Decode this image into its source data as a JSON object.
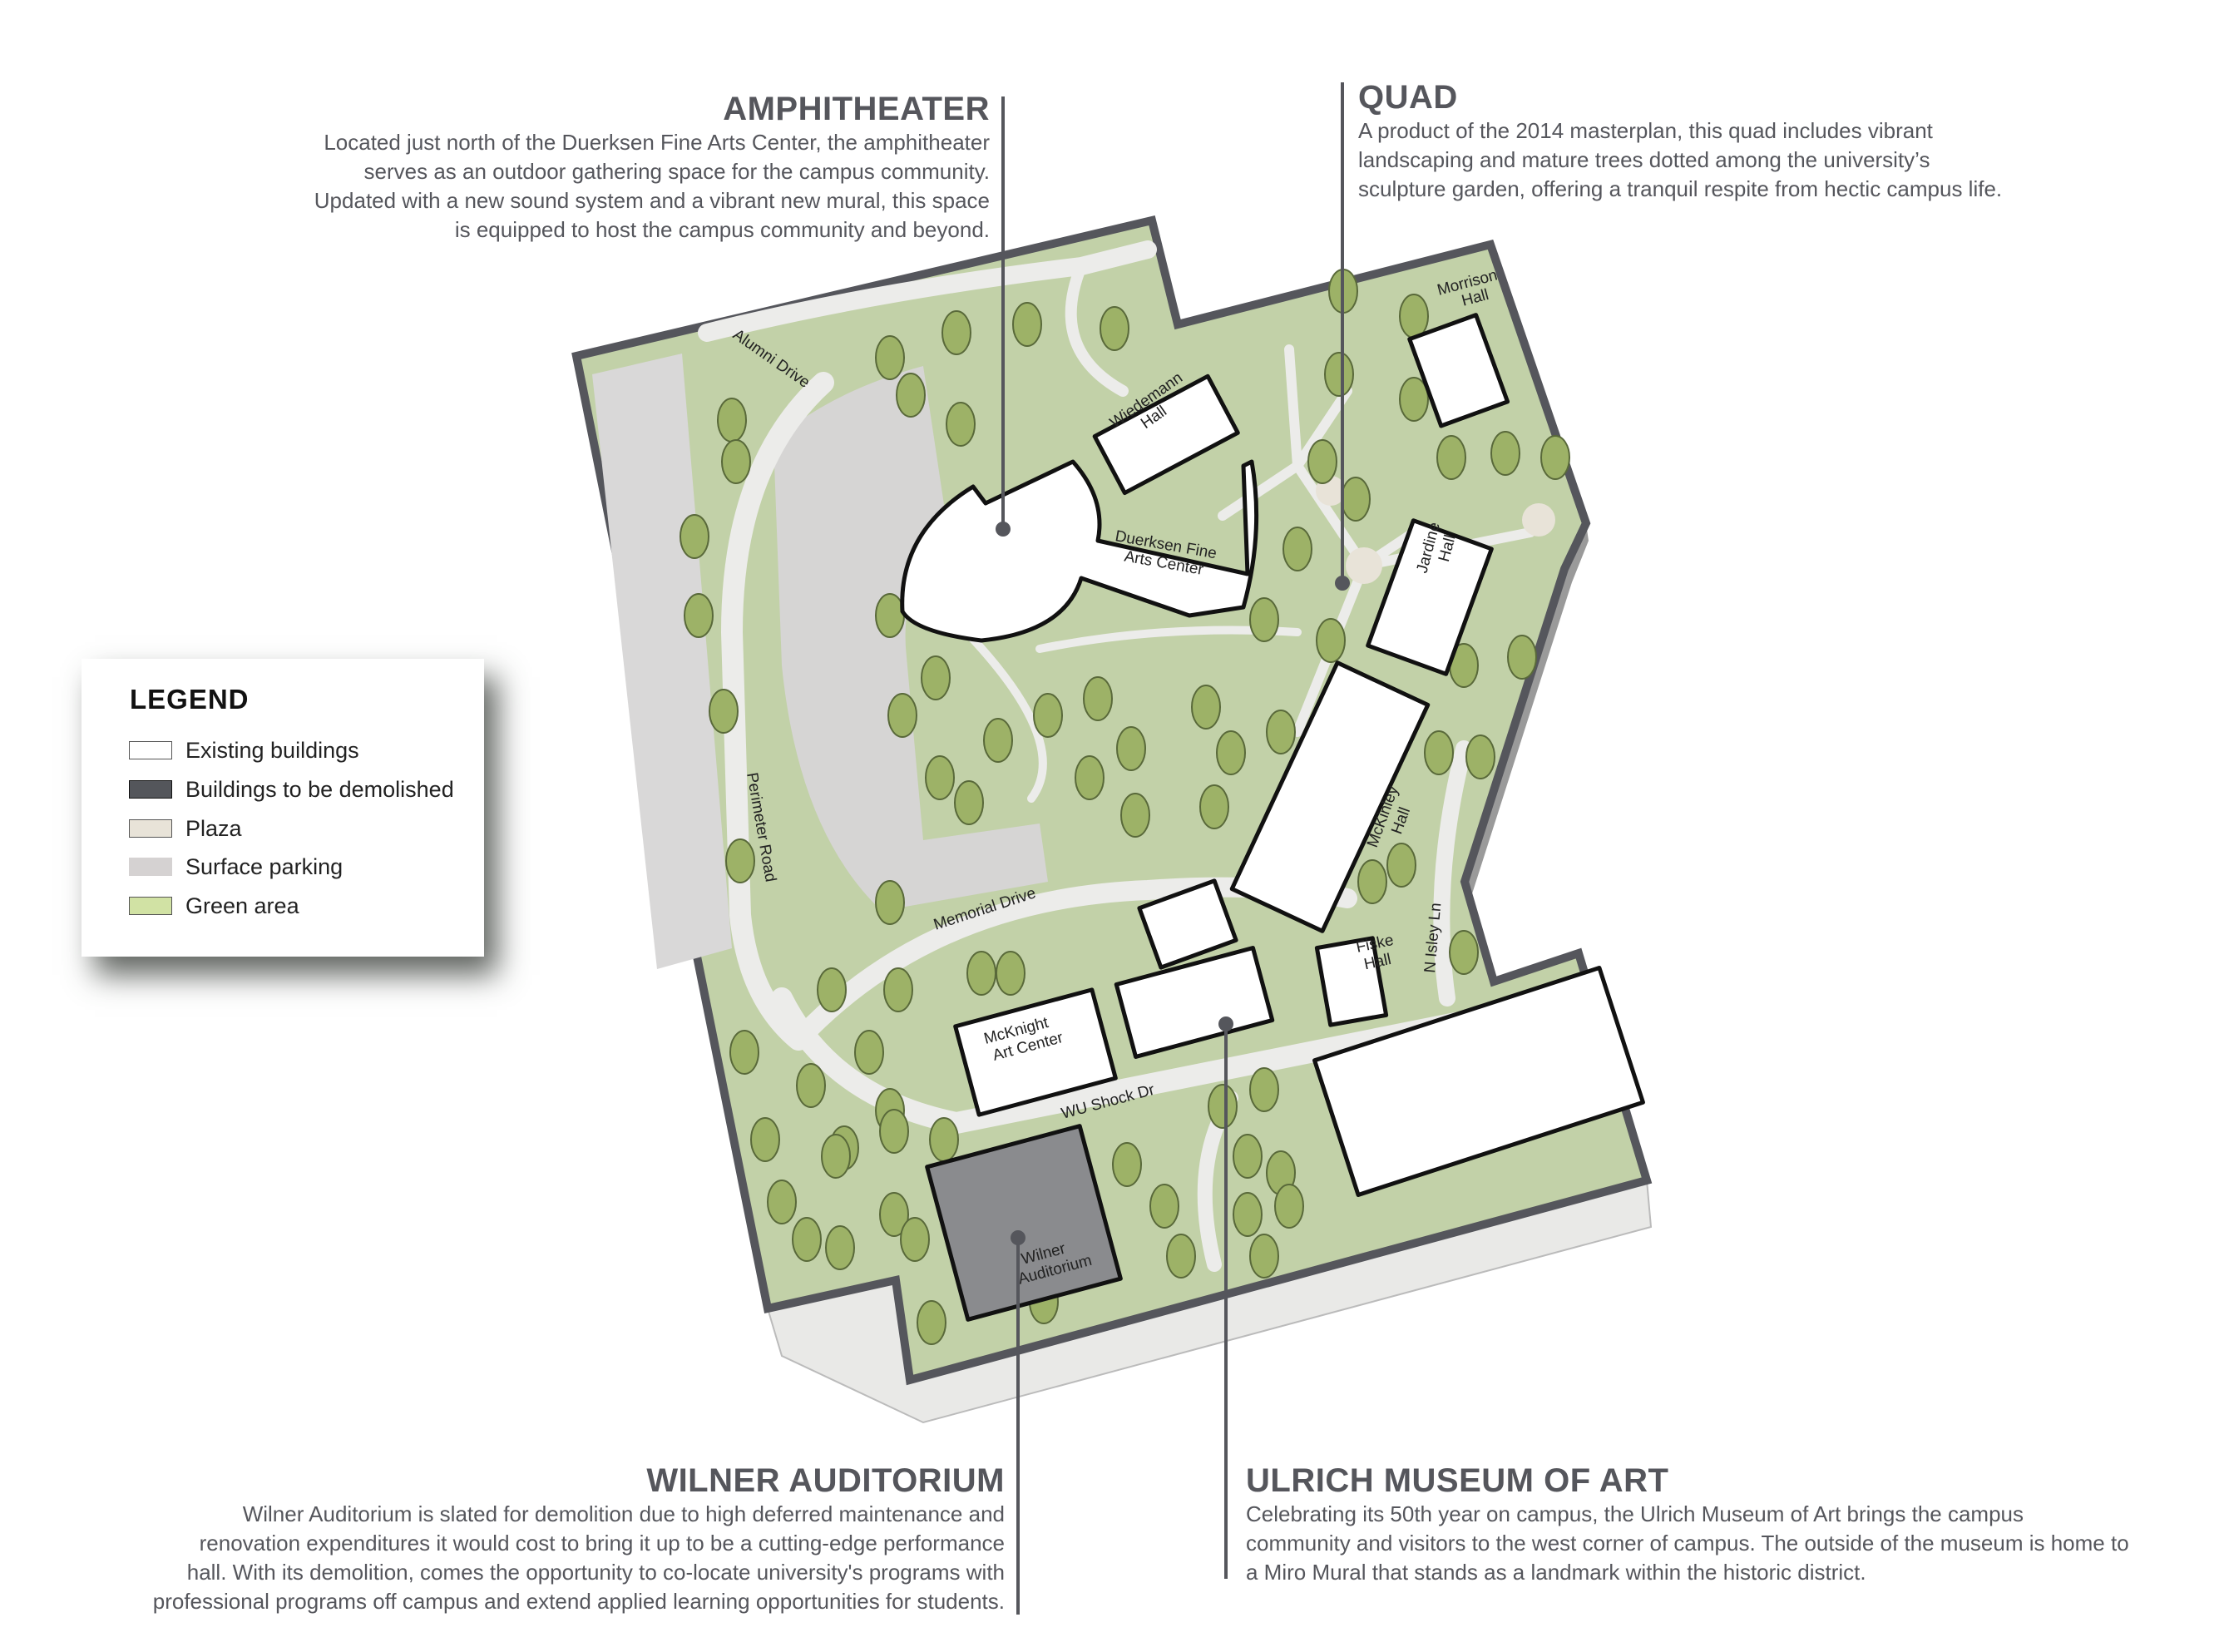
{
  "callouts": {
    "amphitheater": {
      "title": "AMPHITHEATER",
      "lines": [
        "Located just north of the Duerksen Fine Arts Center, the amphitheater",
        "serves as an outdoor gathering space for the campus community.",
        "Updated with a new sound system and a vibrant new mural, this space",
        "is equipped to host the campus community and beyond."
      ]
    },
    "quad": {
      "title": "QUAD",
      "lines": [
        "A product of the 2014 masterplan, this quad includes vibrant",
        "landscaping and mature trees dotted among the university’s",
        "sculpture garden, offering a tranquil respite from hectic campus life."
      ]
    },
    "wilner": {
      "title": "WILNER AUDITORIUM",
      "lines": [
        "Wilner Auditorium is slated for demolition due to high deferred maintenance and",
        "renovation expenditures it would cost to bring it up to be a cutting-edge performance",
        "hall.  With its demolition, comes the opportunity to co-locate university's programs with",
        "professional programs off campus and extend applied learning opportunities for students."
      ]
    },
    "ulrich": {
      "title": "ULRICH MUSEUM OF ART",
      "lines": [
        "Celebrating its 50th year on campus, the Ulrich Museum of Art brings the campus",
        "community and visitors to the west corner of campus. The outside of the museum is home to",
        "a Miro Mural that stands as a landmark within the historic district."
      ]
    }
  },
  "legend": {
    "title": "LEGEND",
    "items": [
      {
        "label": "Existing buildings",
        "color": "#ffffff"
      },
      {
        "label": "Buildings to be demolished",
        "color": "#54565b"
      },
      {
        "label": "Plaza",
        "color": "#e8e3d8"
      },
      {
        "label": "Surface parking",
        "color": "#d5d2d2"
      },
      {
        "label": "Green area",
        "color": "#d1e2a4"
      }
    ]
  },
  "map": {
    "colors": {
      "boundary": "#55565c",
      "green": "#c2d1a8",
      "tree": "#9db267",
      "road": "#ececea",
      "parking": "#d9d8d8",
      "demolish": "#8a8b8e"
    },
    "roads": {
      "alumni": "Alumni Drive",
      "perimeter": "Perimeter Road",
      "memorial": "Memorial Drive",
      "shock": "WU Shock Dr",
      "isley": "N Isley Ln"
    },
    "buildings": {
      "morrison": [
        "Morrison",
        "Hall"
      ],
      "wiedemann": [
        "Wiedemann",
        "Hall"
      ],
      "duerksen": [
        "Duerksen Fine",
        "Arts Center"
      ],
      "jardine": [
        "Jardine",
        "Hall"
      ],
      "mckinley": [
        "McKinley",
        "Hall"
      ],
      "fiske": [
        "Fiske",
        "Hall"
      ],
      "mcknight": [
        "McKnight",
        "Art Center"
      ],
      "wilner": [
        "Wilner",
        "Auditorium"
      ]
    }
  }
}
